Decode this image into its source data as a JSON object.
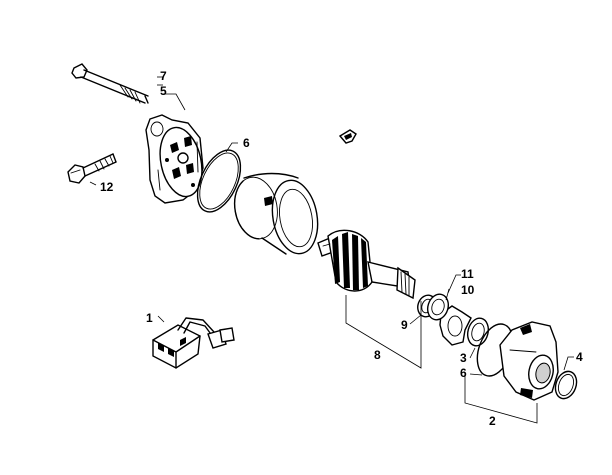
{
  "callouts": [
    {
      "id": "c7",
      "text": "7"
    },
    {
      "id": "c5",
      "text": "5"
    },
    {
      "id": "c6a",
      "text": "6"
    },
    {
      "id": "c12",
      "text": "12"
    },
    {
      "id": "c1",
      "text": "1"
    },
    {
      "id": "c11",
      "text": "11"
    },
    {
      "id": "c10",
      "text": "10"
    },
    {
      "id": "c9",
      "text": "9"
    },
    {
      "id": "c8",
      "text": "8"
    },
    {
      "id": "c3",
      "text": "3"
    },
    {
      "id": "c6b",
      "text": "6"
    },
    {
      "id": "c4",
      "text": "4"
    },
    {
      "id": "c2",
      "text": "2"
    }
  ]
}
